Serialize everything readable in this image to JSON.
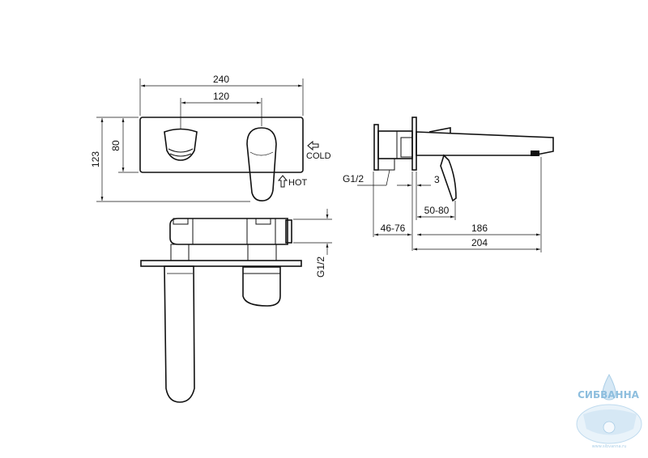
{
  "front_view": {
    "dim_width": "240",
    "dim_spacing": "120",
    "dim_height_outer": "123",
    "dim_height_plate": "80",
    "label_cold": "COLD",
    "label_hot": "HOT"
  },
  "side_view": {
    "dim_thread": "G1/2",
    "dim_offset": "3",
    "dim_adjust_small": "50-80",
    "dim_adjust_large": "46-76",
    "dim_spout": "186",
    "dim_total": "204"
  },
  "top_view": {
    "dim_thread": "G1/2"
  },
  "watermark": {
    "brand": "СИБВАННА",
    "site": "www.sibvanna.ru",
    "color": "#7ab3d9"
  }
}
